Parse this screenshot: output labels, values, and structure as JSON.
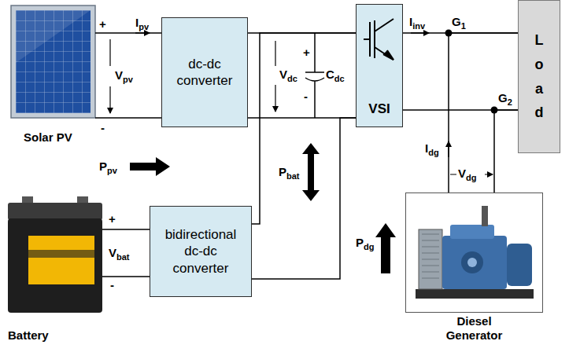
{
  "diagram": {
    "nodes": [
      {
        "text": [
          "dc-dc converter"
        ]
      },
      {
        "text": [
          "VSI"
        ]
      },
      {
        "text": [
          "Load"
        ]
      },
      {
        "text": [
          "bidirectional dc-dc converter"
        ]
      },
      {
        "text": [
          "Diesel Generator"
        ]
      }
    ],
    "edges": [
      {
        "from": 0,
        "to": 1,
        "arrow": "none"
      },
      {
        "from": 3,
        "to": 1,
        "arrow": "none"
      },
      {
        "from": 1,
        "to": 2,
        "arrow": "none"
      },
      {
        "from": 4,
        "to": 2,
        "arrow": "none"
      }
    ],
    "labels": [
      "+",
      "Ipv",
      "Vpv",
      "-",
      "Solar PV",
      "Ppv",
      "+",
      "Vdc",
      "Cdc",
      "-",
      "Iinv",
      "G1",
      "G2",
      "Pbat",
      "+",
      "Vbat",
      "-",
      "Battery",
      "Idg",
      "Vdg",
      "Pdg"
    ]
  }
}
